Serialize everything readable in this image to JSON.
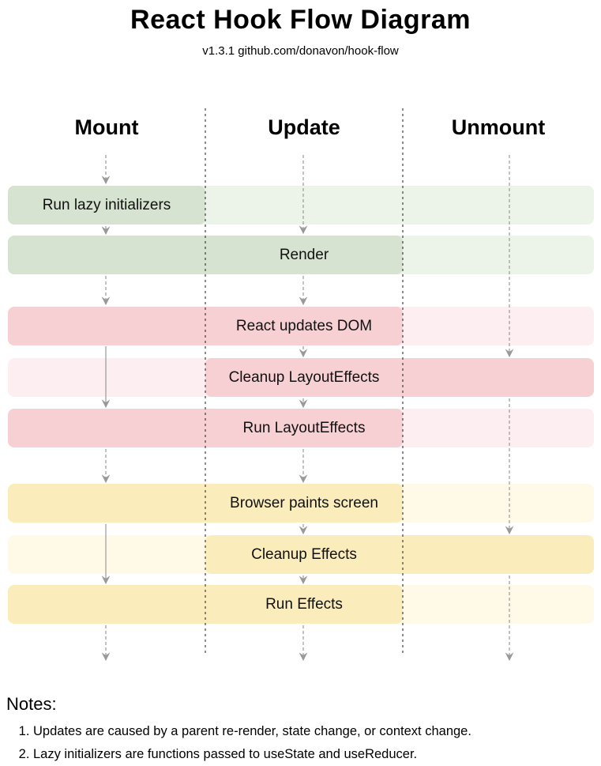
{
  "header": {
    "title": "React Hook Flow Diagram",
    "subtitle": "v1.3.1 github.com/donavon/hook-flow"
  },
  "columns": [
    {
      "id": "mount",
      "label": "Mount"
    },
    {
      "id": "update",
      "label": "Update"
    },
    {
      "id": "unmount",
      "label": "Unmount"
    }
  ],
  "rows": [
    {
      "label": "Run lazy initializers",
      "group": "green",
      "active_columns": [
        "mount"
      ]
    },
    {
      "label": "Render",
      "group": "green",
      "active_columns": [
        "mount",
        "update"
      ]
    },
    {
      "label": "React updates DOM",
      "group": "red",
      "active_columns": [
        "mount",
        "update"
      ]
    },
    {
      "label": "Cleanup LayoutEffects",
      "group": "red",
      "active_columns": [
        "update",
        "unmount"
      ]
    },
    {
      "label": "Run LayoutEffects",
      "group": "red",
      "active_columns": [
        "mount",
        "update"
      ]
    },
    {
      "label": "Browser paints screen",
      "group": "yellow",
      "active_columns": [
        "mount",
        "update"
      ]
    },
    {
      "label": "Cleanup Effects",
      "group": "yellow",
      "active_columns": [
        "update",
        "unmount"
      ]
    },
    {
      "label": "Run Effects",
      "group": "yellow",
      "active_columns": [
        "mount",
        "update"
      ]
    }
  ],
  "notes": {
    "heading": "Notes:",
    "items": [
      "Updates are caused by a parent re-render, state change, or context change.",
      "Lazy initializers are functions passed to useState and useReducer."
    ]
  },
  "colors": {
    "green_active": "#d6e3d1",
    "green_inactive": "#ecf3e9",
    "red_active": "#f6d0d3",
    "red_inactive": "#fdeff1",
    "yellow_active": "#fbedbb",
    "yellow_inactive": "#fefae7",
    "flow_arrow": "#999999",
    "column_separator": "#1a1a1a"
  }
}
